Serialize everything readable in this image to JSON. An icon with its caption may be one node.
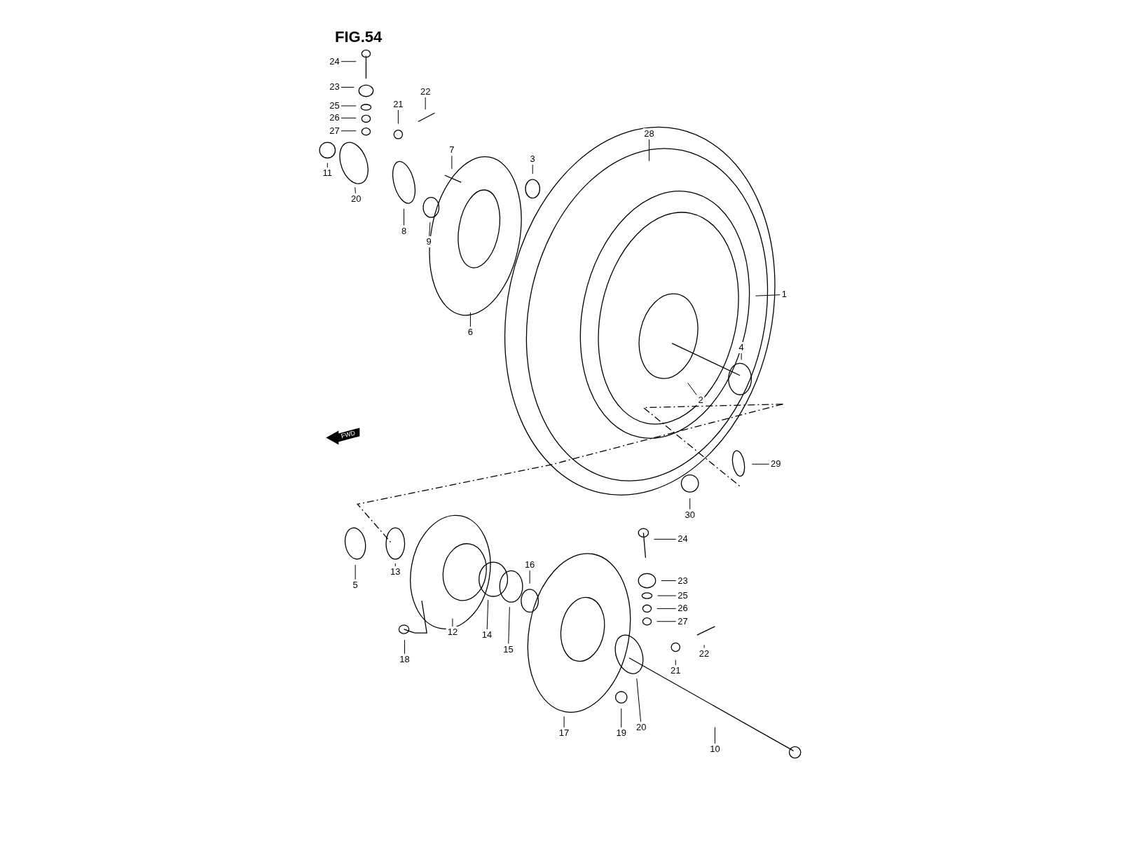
{
  "diagram": {
    "title": "FIG.54",
    "nodes": [
      {
        "text": [
          "24"
        ]
      },
      {
        "text": [
          "23"
        ]
      },
      {
        "text": [
          "25"
        ]
      },
      {
        "text": [
          "26"
        ]
      },
      {
        "text": [
          "27"
        ]
      },
      {
        "text": [
          "21"
        ]
      },
      {
        "text": [
          "22"
        ]
      },
      {
        "text": [
          "11"
        ]
      },
      {
        "text": [
          "20"
        ]
      },
      {
        "text": [
          "8"
        ]
      },
      {
        "text": [
          "9"
        ]
      },
      {
        "text": [
          "7"
        ]
      },
      {
        "text": [
          "3"
        ]
      },
      {
        "text": [
          "6"
        ]
      },
      {
        "text": [
          "28"
        ]
      },
      {
        "text": [
          "1"
        ]
      },
      {
        "text": [
          "4"
        ]
      },
      {
        "text": [
          "2"
        ]
      },
      {
        "text": [
          "29"
        ]
      },
      {
        "text": [
          "30"
        ]
      },
      {
        "text": [
          "5"
        ]
      },
      {
        "text": [
          "13"
        ]
      },
      {
        "text": [
          "12"
        ]
      },
      {
        "text": [
          "14"
        ]
      },
      {
        "text": [
          "15"
        ]
      },
      {
        "text": [
          "16"
        ]
      },
      {
        "text": [
          "18"
        ]
      },
      {
        "text": [
          "17"
        ]
      },
      {
        "text": [
          "19"
        ]
      },
      {
        "text": [
          "20"
        ]
      },
      {
        "text": [
          "24"
        ]
      },
      {
        "text": [
          "23"
        ]
      },
      {
        "text": [
          "25"
        ]
      },
      {
        "text": [
          "26"
        ]
      },
      {
        "text": [
          "27"
        ]
      },
      {
        "text": [
          "21"
        ]
      },
      {
        "text": [
          "22"
        ]
      },
      {
        "text": [
          "10"
        ]
      }
    ],
    "edges": [
      {
        "from": 0,
        "to": null,
        "arrow": "none"
      },
      {
        "from": 1,
        "to": null,
        "arrow": "none"
      },
      {
        "from": 2,
        "to": null,
        "arrow": "none"
      },
      {
        "from": 3,
        "to": null,
        "arrow": "none"
      },
      {
        "from": 4,
        "to": null,
        "arrow": "none"
      },
      {
        "from": 5,
        "to": null,
        "arrow": "none"
      },
      {
        "from": 6,
        "to": null,
        "arrow": "none"
      },
      {
        "from": 7,
        "to": null,
        "arrow": "none"
      },
      {
        "from": 8,
        "to": null,
        "arrow": "none"
      },
      {
        "from": 9,
        "to": null,
        "arrow": "none"
      },
      {
        "from": 10,
        "to": null,
        "arrow": "none"
      },
      {
        "from": 11,
        "to": null,
        "arrow": "none"
      },
      {
        "from": 12,
        "to": null,
        "arrow": "none"
      },
      {
        "from": 13,
        "to": null,
        "arrow": "none"
      },
      {
        "from": 14,
        "to": null,
        "arrow": "none"
      },
      {
        "from": 15,
        "to": null,
        "arrow": "none"
      },
      {
        "from": 16,
        "to": null,
        "arrow": "none"
      },
      {
        "from": 17,
        "to": null,
        "arrow": "none"
      },
      {
        "from": 18,
        "to": null,
        "arrow": "none"
      },
      {
        "from": 19,
        "to": null,
        "arrow": "none"
      },
      {
        "from": 20,
        "to": null,
        "arrow": "none"
      },
      {
        "from": 21,
        "to": null,
        "arrow": "none"
      },
      {
        "from": 22,
        "to": null,
        "arrow": "none"
      },
      {
        "from": 23,
        "to": null,
        "arrow": "none"
      },
      {
        "from": 24,
        "to": null,
        "arrow": "none"
      },
      {
        "from": 25,
        "to": null,
        "arrow": "none"
      },
      {
        "from": 26,
        "to": null,
        "arrow": "none"
      },
      {
        "from": 27,
        "to": null,
        "arrow": "none"
      },
      {
        "from": 28,
        "to": null,
        "arrow": "none"
      },
      {
        "from": 29,
        "to": null,
        "arrow": "none"
      },
      {
        "from": 30,
        "to": null,
        "arrow": "none"
      },
      {
        "from": 31,
        "to": null,
        "arrow": "none"
      },
      {
        "from": 32,
        "to": null,
        "arrow": "none"
      },
      {
        "from": 33,
        "to": null,
        "arrow": "none"
      },
      {
        "from": 34,
        "to": null,
        "arrow": "none"
      },
      {
        "from": 35,
        "to": null,
        "arrow": "none"
      },
      {
        "from": 36,
        "to": null,
        "arrow": "none"
      },
      {
        "from": 37,
        "to": null,
        "arrow": "none"
      }
    ],
    "labels": [
      "FWD"
    ]
  }
}
